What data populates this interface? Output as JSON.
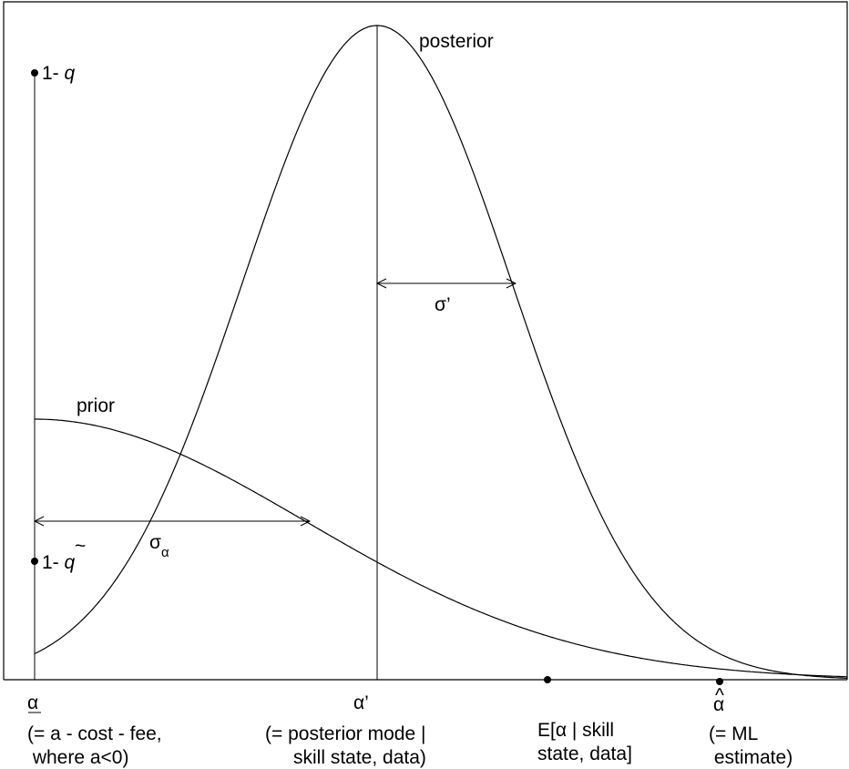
{
  "curves": {
    "posterior_label": "posterior",
    "prior_label": "prior"
  },
  "widths": {
    "posterior_sigma": "σ’",
    "prior_sigma": "σ",
    "prior_sigma_subscript": "α"
  },
  "left_axis": {
    "top_marker_prefix": "1- ",
    "top_marker_var": "q",
    "bottom_marker_prefix": "1- ",
    "bottom_marker_var": "q",
    "bottom_marker_tilde": "~"
  },
  "x_labels": {
    "alpha_lower": {
      "symbol": "α",
      "line1": "(= a - cost - fee,",
      "line2": " where a<0)"
    },
    "alpha_prime": {
      "symbol": "α’",
      "line1": "(= posterior mode |",
      "line2": "skill state, data)"
    },
    "expectation": {
      "line1": "E[α | skill",
      "line2": "state, data]"
    },
    "alpha_hat": {
      "symbol": "α",
      "hat": "^",
      "line1": "(= ML",
      "line2": " estimate)"
    }
  }
}
